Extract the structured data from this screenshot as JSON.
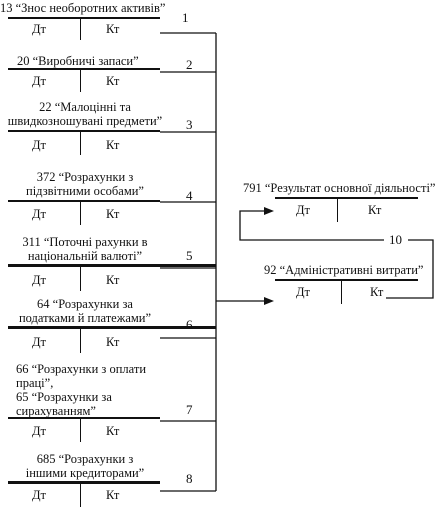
{
  "accounts": [
    {
      "title": "13 “Знос необоротних активів”",
      "debit": "Дт",
      "credit": "Кт",
      "number": "1"
    },
    {
      "title": "20 “Виробничі запаси”",
      "debit": "Дт",
      "credit": "Кт",
      "number": "2"
    },
    {
      "title": "22 “Малоцінні та швидкозношувані предмети”",
      "title_lines": [
        "22 “Малоцінні та",
        "швидкозношувані предмети”"
      ],
      "debit": "Дт",
      "credit": "Кт",
      "number": "3"
    },
    {
      "title": "372 “Розрахунки з підзвітними особами”",
      "title_lines": [
        "372 “Розрахунки з",
        "підзвітними особами”"
      ],
      "debit": "Дт",
      "credit": "Кт",
      "number": "4"
    },
    {
      "title": "311 “Поточні рахунки в національній валюті”",
      "title_lines": [
        "311 “Поточні рахунки в",
        "національній валюті”"
      ],
      "debit": "Дт",
      "credit": "Кт",
      "number": "5"
    },
    {
      "title": "64 “Розрахунки за податками й платежами”",
      "title_lines": [
        "64 “Розрахунки за",
        "податками й платежами”"
      ],
      "debit": "Дт",
      "credit": "Кт",
      "number": "6"
    },
    {
      "title": "66 “Розрахунки з оплати праці”, 65 “Розрахунки за сирахуванням”",
      "title_lines": [
        "66 “Розрахунки з оплати",
        "праці”,",
        "65 “Розрахунки за",
        "сирахуванням”"
      ],
      "debit": "Дт",
      "credit": "Кт",
      "number": "7"
    },
    {
      "title": "685 “Розрахунки з іншими кредиторами”",
      "title_lines": [
        "685 “Розрахунки з",
        "іншими кредиторами”"
      ],
      "debit": "Дт",
      "credit": "Кт",
      "number": "8"
    }
  ],
  "result_account": {
    "title": "791 “Результат основної діяльності”",
    "debit": "Дт",
    "credit": "Кт"
  },
  "admin_account": {
    "title": "92 “Адміністративні витрати”",
    "debit": "Дт",
    "credit": "Кт"
  },
  "closing_entry_number": "10"
}
